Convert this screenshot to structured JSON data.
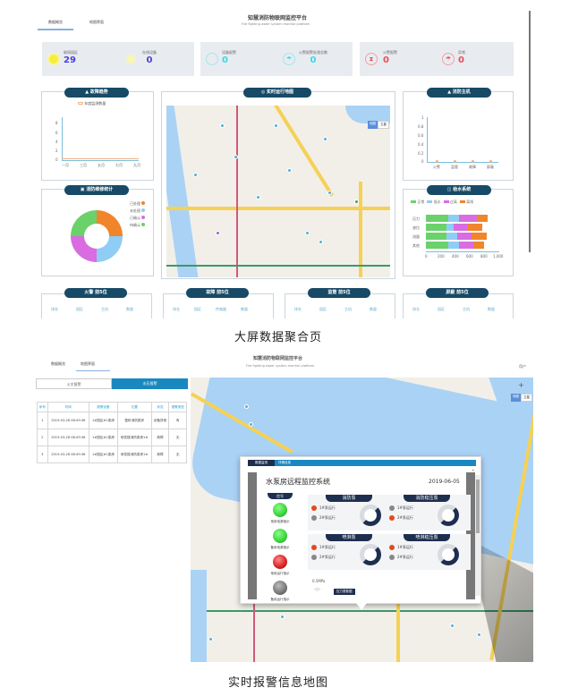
{
  "screen1": {
    "tabs": [
      {
        "label": "数据概览",
        "active": true
      },
      {
        "label": "地图界面",
        "active": false
      }
    ],
    "title": "知慧消防物联网监控平台",
    "subtitle": "Fire fighting water system monitor platform",
    "stats": [
      {
        "label": "联网园区",
        "value": "29",
        "color": "#4a3fd8",
        "icon": "sun-icon"
      },
      {
        "label": "在线设备",
        "value": "0",
        "color": "#4a3fd8",
        "icon": "sun-icon"
      },
      {
        "label": "设备报警",
        "value": "0",
        "color": "#3ad8e8",
        "icon": "power-icon"
      },
      {
        "label": "火警报警处理总数",
        "value": "0",
        "color": "#3ad8e8",
        "icon": "umbrella-icon"
      },
      {
        "label": "火警报警",
        "value": "0",
        "color": "#e8505a",
        "icon": "hourglass-icon"
      },
      {
        "label": "异常",
        "value": "0",
        "color": "#e8505a",
        "icon": "umbrella-icon"
      }
    ],
    "panels": {
      "trend": {
        "title": "故障趋势",
        "legend": "年度监测数量"
      },
      "map": {
        "title": "实时运行地图",
        "map_type_buttons": [
          "地图",
          "卫星"
        ]
      },
      "host": {
        "title": "消防主机"
      },
      "stats": {
        "title": "消防维修统计"
      },
      "water": {
        "title": "给水系统"
      }
    },
    "bottom_panels": [
      {
        "title": "火警 前5位",
        "cols": [
          "排名",
          "园区",
          "主机",
          "数量"
        ]
      },
      {
        "title": "故障 前5位",
        "cols": [
          "排名",
          "园区",
          "传感器",
          "数量"
        ]
      },
      {
        "title": "监管 前5位",
        "cols": [
          "排名",
          "园区",
          "主机",
          "数量"
        ]
      },
      {
        "title": "屏蔽 前5位",
        "cols": [
          "排名",
          "园区",
          "主机",
          "数量"
        ]
      }
    ],
    "caption": "大屏数据聚合页"
  },
  "chart_data": [
    {
      "type": "line",
      "title": "故障趋势",
      "legend": [
        "年度监测数量"
      ],
      "categories": [
        "一月",
        "三月",
        "五月",
        "七月",
        "九月"
      ],
      "series": [
        {
          "name": "年度监测数量",
          "values": [
            0,
            0,
            0,
            0,
            0
          ]
        }
      ],
      "yticks": [
        "0",
        "2",
        "4",
        "6",
        "8"
      ],
      "ylim": [
        0,
        8
      ]
    },
    {
      "type": "scatter",
      "title": "消防主机",
      "categories": [
        "火警",
        "监管",
        "故障",
        "屏蔽"
      ],
      "values": [
        0,
        0,
        0,
        0
      ],
      "yticks": [
        "0",
        "0.2",
        "0.4",
        "0.6",
        "0.8",
        "1"
      ],
      "ylim": [
        0,
        1
      ]
    },
    {
      "type": "pie",
      "title": "消防维修统计",
      "labels": [
        "已处理",
        "未处理",
        "已确认",
        "待确认"
      ],
      "values": [
        25,
        25,
        25,
        25
      ],
      "colors": [
        "#f0852c",
        "#8fcdf5",
        "#d96ce0",
        "#6bd16b"
      ]
    },
    {
      "type": "bar",
      "orientation": "horizontal",
      "stacked": true,
      "title": "给水系统",
      "categories": [
        "压力",
        "液位",
        "流量",
        "其他"
      ],
      "series": [
        {
          "name": "正常",
          "color": "#6bd16b",
          "values": [
            318,
            282,
            282,
            318
          ]
        },
        {
          "name": "低水",
          "color": "#8fcdf5",
          "values": [
            150,
            100,
            150,
            150
          ]
        },
        {
          "name": "过高",
          "color": "#d96ce0",
          "values": [
            250,
            200,
            200,
            200
          ]
        },
        {
          "name": "离线",
          "color": "#f0852c",
          "values": [
            150,
            200,
            212,
            150
          ]
        }
      ],
      "xticks": [
        "0",
        "200",
        "400",
        "600",
        "800",
        "1,000"
      ],
      "xlim": [
        0,
        1000
      ]
    }
  ],
  "screen2": {
    "tabs": [
      {
        "label": "数据概览",
        "active": false
      },
      {
        "label": "地图界面",
        "active": true
      }
    ],
    "title": "知慧消防物联网监控平台",
    "subtitle": "Fire fighting water system monitor platform",
    "user": "用户",
    "alarm_tabs": [
      {
        "label": "火灾报警",
        "active": false
      },
      {
        "label": "水压报警",
        "active": true
      }
    ],
    "table": {
      "headers": [
        "序号",
        "时间",
        "报警设备",
        "位置",
        "状态",
        "报警类型"
      ],
      "rows": [
        [
          "1",
          "2019-03-28 08:49:36",
          "1#园区#1泵房",
          "整栋消防泵房",
          "设备异常",
          "有"
        ],
        [
          "2",
          "2019-03-28 08:49:36",
          "1#园区#1泵房",
          "研发楼消防泵房1#",
          "故障",
          "无"
        ],
        [
          "3",
          "2019-03-28 08:49:36",
          "1#园区#1泵房",
          "研发楼消防泵房1#",
          "故障",
          "无"
        ]
      ]
    },
    "map_buttons": [
      "地图",
      "卫星"
    ],
    "zoom_in": "+",
    "popup": {
      "tabs": [
        "数据监测",
        "详情信息"
      ],
      "title": "水泵房远程监控系统",
      "date": "2019-06-05",
      "status_header": "信号",
      "lamps": [
        {
          "label": "常用电源指示",
          "color": "#3cd23c"
        },
        {
          "label": "备用电源指示",
          "color": "#3cd23c"
        },
        {
          "label": "常用运行指示",
          "color": "#d82020"
        },
        {
          "label": "备用运行指示",
          "color": "#777777"
        }
      ],
      "pumps": [
        {
          "name": "消防泵",
          "rows": [
            {
              "label": "1#泵运行",
              "on": true
            },
            {
              "label": "2#泵运行",
              "on": false
            }
          ],
          "gauge": "0"
        },
        {
          "name": "消防稳压泵",
          "rows": [
            {
              "label": "1#泵运行",
              "on": false
            },
            {
              "label": "2#泵运行",
              "on": true
            }
          ],
          "gauge": "0"
        },
        {
          "name": "喷淋泵",
          "rows": [
            {
              "label": "1#泵运行",
              "on": true
            },
            {
              "label": "2#泵运行",
              "on": false
            }
          ],
          "gauge": "0"
        },
        {
          "name": "喷淋稳压泵",
          "rows": [
            {
              "label": "1#泵运行",
              "on": true
            },
            {
              "label": "2#泵运行",
              "on": false
            }
          ],
          "gauge": "0"
        }
      ],
      "pressure": "0.5MPa",
      "pressure_button": "压力表数据"
    },
    "caption": "实时报警信息地图"
  }
}
